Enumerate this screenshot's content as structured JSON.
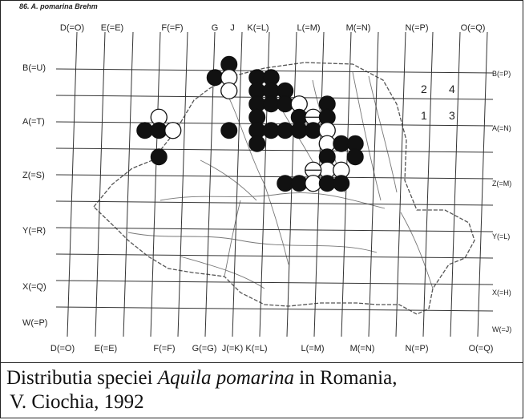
{
  "figure_label": "86. A. pomarina Brehm",
  "top_columns": [
    "D(=O)",
    "E(=E)",
    "F(=F)",
    "G",
    "J",
    "K(=L)",
    "L(=M)",
    "M(=N)",
    "N(=P)",
    "O(=Q)"
  ],
  "bottom_columns": [
    "D(=O)",
    "E(=E)",
    "F(=F)",
    "G(=G)",
    "J(=K)",
    "K(=L)",
    "L(=M)",
    "M(=N)",
    "N(=P)",
    "O(=Q)"
  ],
  "left_rows": [
    "B(=U)",
    "A(=T)",
    "Z(=S)",
    "Y(=R)",
    "X(=Q)",
    "W(=P)"
  ],
  "right_rows": [
    "B(=P)",
    "A(=N)",
    "Z(=M)",
    "Y(=L)",
    "X(=H)",
    "W(=J)"
  ],
  "quadrant_key": [
    "2",
    "4",
    "1",
    "3"
  ],
  "caption": {
    "prefix": "Distributia speciei ",
    "species": "Aquila pomarina",
    "suffix": " in Romania,",
    "line2": "V. Ciochia, 1992"
  },
  "markers": [
    {
      "type": "filled",
      "col": 5.25,
      "row": 0.25
    },
    {
      "type": "filled",
      "col": 4.75,
      "row": 0.75
    },
    {
      "type": "open",
      "col": 5.25,
      "row": 0.75
    },
    {
      "type": "filled",
      "col": 6.25,
      "row": 0.75
    },
    {
      "type": "filled",
      "col": 6.75,
      "row": 0.75
    },
    {
      "type": "open",
      "col": 5.25,
      "row": 1.25
    },
    {
      "type": "filled",
      "col": 6.25,
      "row": 1.25
    },
    {
      "type": "filled",
      "col": 6.75,
      "row": 1.25
    },
    {
      "type": "filled",
      "col": 7.25,
      "row": 1.25
    },
    {
      "type": "filled",
      "col": 6.25,
      "row": 1.75
    },
    {
      "type": "filled",
      "col": 6.75,
      "row": 1.75
    },
    {
      "type": "filled",
      "col": 7.25,
      "row": 1.75
    },
    {
      "type": "open",
      "col": 7.75,
      "row": 1.75
    },
    {
      "type": "filled",
      "col": 8.75,
      "row": 1.75
    },
    {
      "type": "open",
      "col": 2.75,
      "row": 2.25
    },
    {
      "type": "filled",
      "col": 5.25,
      "row": 2.75
    },
    {
      "type": "filled",
      "col": 6.25,
      "row": 2.25
    },
    {
      "type": "filled",
      "col": 7.75,
      "row": 2.25
    },
    {
      "type": "half",
      "col": 8.25,
      "row": 2.25
    },
    {
      "type": "filled",
      "col": 8.75,
      "row": 2.25
    },
    {
      "type": "filled",
      "col": 2.25,
      "row": 2.75
    },
    {
      "type": "filled",
      "col": 2.75,
      "row": 2.75
    },
    {
      "type": "open",
      "col": 3.25,
      "row": 2.75
    },
    {
      "type": "filled",
      "col": 6.25,
      "row": 2.75
    },
    {
      "type": "filled",
      "col": 6.75,
      "row": 2.75
    },
    {
      "type": "filled",
      "col": 7.25,
      "row": 2.75
    },
    {
      "type": "filled",
      "col": 7.75,
      "row": 2.75
    },
    {
      "type": "filled",
      "col": 8.25,
      "row": 2.75
    },
    {
      "type": "open",
      "col": 8.75,
      "row": 2.75
    },
    {
      "type": "filled",
      "col": 6.25,
      "row": 3.25
    },
    {
      "type": "open",
      "col": 8.75,
      "row": 3.25
    },
    {
      "type": "filled",
      "col": 9.25,
      "row": 3.25
    },
    {
      "type": "filled",
      "col": 9.75,
      "row": 3.25
    },
    {
      "type": "filled",
      "col": 2.75,
      "row": 3.75
    },
    {
      "type": "filled",
      "col": 8.75,
      "row": 3.75
    },
    {
      "type": "filled",
      "col": 9.75,
      "row": 3.75
    },
    {
      "type": "open",
      "col": 8.75,
      "row": 4.25
    },
    {
      "type": "open",
      "col": 9.25,
      "row": 4.25
    },
    {
      "type": "half",
      "col": 8.25,
      "row": 4.25
    },
    {
      "type": "filled",
      "col": 7.25,
      "row": 4.75
    },
    {
      "type": "filled",
      "col": 7.75,
      "row": 4.75
    },
    {
      "type": "open",
      "col": 8.25,
      "row": 4.75
    },
    {
      "type": "filled",
      "col": 8.75,
      "row": 4.75
    },
    {
      "type": "filled",
      "col": 9.25,
      "row": 4.75
    }
  ]
}
